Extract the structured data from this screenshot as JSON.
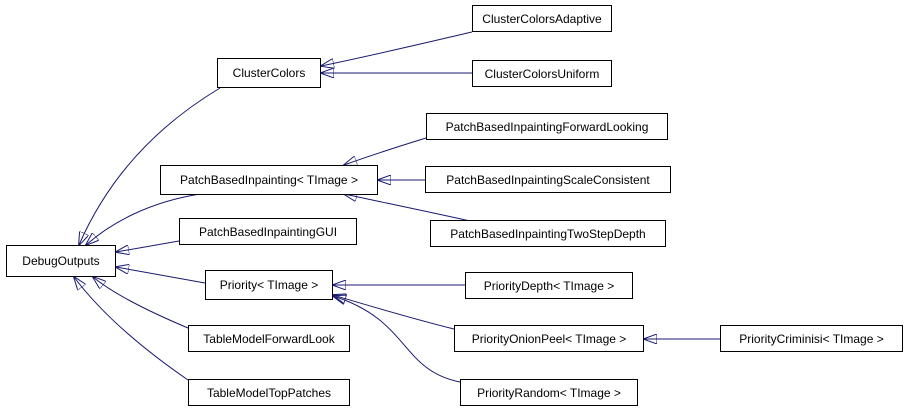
{
  "diagram": {
    "edge_color": "#191970",
    "nodes": {
      "debug_outputs": "DebugOutputs",
      "cluster_colors": "ClusterColors",
      "cluster_colors_adaptive": "ClusterColorsAdaptive",
      "cluster_colors_uniform": "ClusterColorsUniform",
      "patch_based_inpainting": "PatchBasedInpainting< TImage >",
      "patch_based_inpainting_forward_looking": "PatchBasedInpaintingForwardLooking",
      "patch_based_inpainting_scale_consistent": "PatchBasedInpaintingScaleConsistent",
      "patch_based_inpainting_two_step_depth": "PatchBasedInpaintingTwoStepDepth",
      "patch_based_inpainting_gui": "PatchBasedInpaintingGUI",
      "priority": "Priority< TImage >",
      "priority_depth": "PriorityDepth< TImage >",
      "priority_onion_peel": "PriorityOnionPeel< TImage >",
      "priority_criminisi": "PriorityCriminisi< TImage >",
      "priority_random": "PriorityRandom< TImage >",
      "table_model_forward_look": "TableModelForwardLook",
      "table_model_top_patches": "TableModelTopPatches"
    }
  }
}
